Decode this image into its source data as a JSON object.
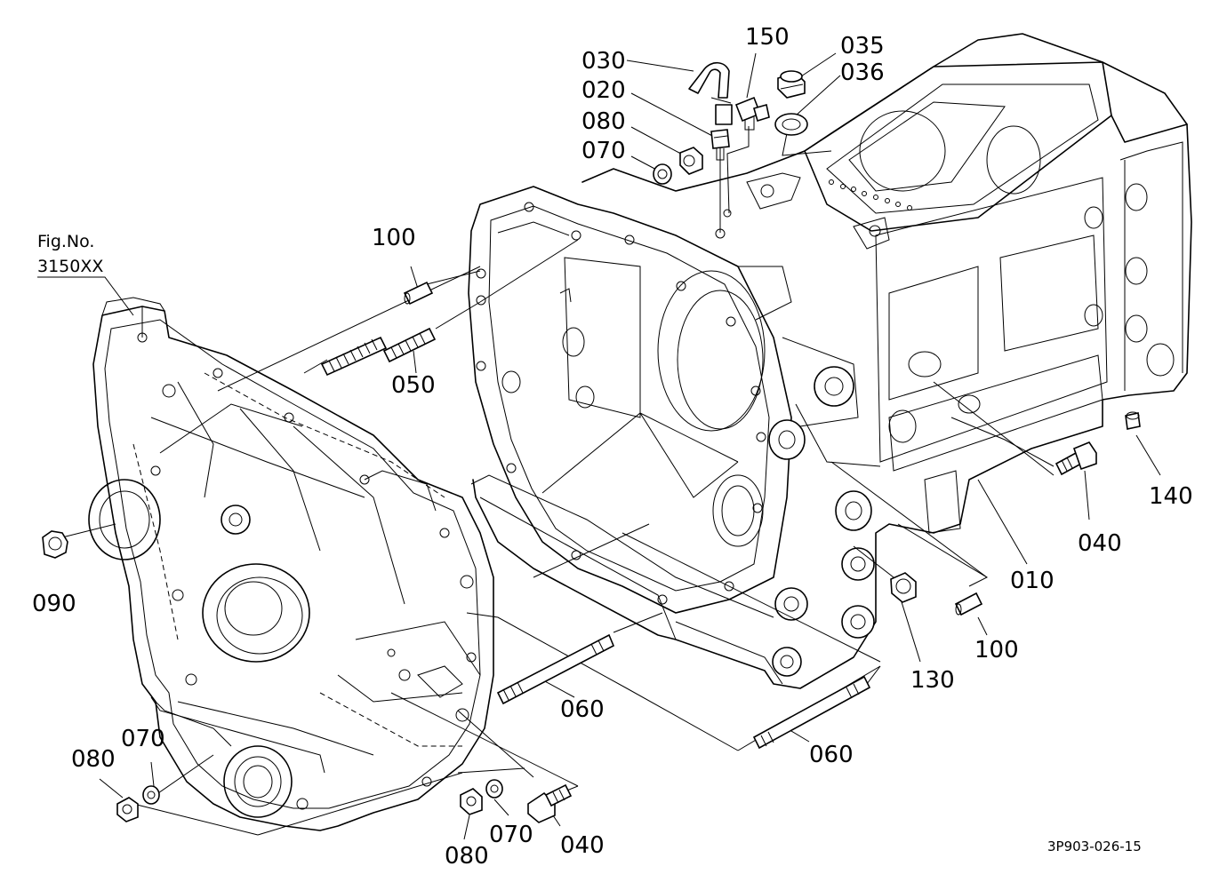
{
  "figure_reference": {
    "line1": "Fig.No.",
    "line2": "3150XX"
  },
  "drawing_code": "3P903-026-15",
  "callouts": {
    "c030": "030",
    "c150": "150",
    "c035": "035",
    "c036": "036",
    "c020": "020",
    "c080_top": "080",
    "c070_top": "070",
    "c100_top": "100",
    "c050": "050",
    "c140": "140",
    "c040_right": "040",
    "c010": "010",
    "c090": "090",
    "c100_right": "100",
    "c130": "130",
    "c060_mid": "060",
    "c060_low": "060",
    "c070_left": "070",
    "c080_left": "080",
    "c080_bottom": "080",
    "c070_bottom": "070",
    "c040_bottom": "040"
  }
}
